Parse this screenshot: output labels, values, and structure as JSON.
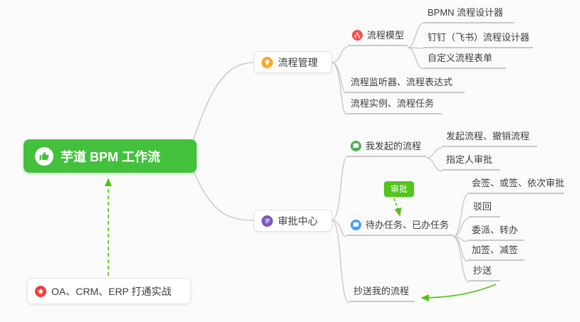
{
  "title": "芋道 BPM 工作流 思维导图",
  "colors": {
    "root_green": "#44c13c",
    "arrow_green": "#52c41a",
    "branch_line": "#cccccc",
    "icon_orange": "#ffa726",
    "icon_purple": "#7e57c2",
    "icon_red": "#ef5350",
    "icon_green": "#4caf50",
    "icon_blue": "#409eff",
    "icon_star_red": "#f23c3c"
  },
  "icons": {
    "root": "thumbs-up-icon",
    "process_mgmt": "lightbulb-icon",
    "process_model": "sitemap-icon",
    "approval_center": "list-icon",
    "my_initiated": "chat-icon",
    "todo_done": "chat-icon",
    "oa": "star-icon"
  },
  "nodes": {
    "root": {
      "label": "芋道 BPM 工作流"
    },
    "process_mgmt": {
      "label": "流程管理"
    },
    "process_model": {
      "label": "流程模型"
    },
    "bpmn": {
      "label": "BPMN 流程设计器"
    },
    "dingtalk": {
      "label": "钉钉（飞书）流程设计器"
    },
    "custom_form": {
      "label": "自定义流程表单"
    },
    "listener": {
      "label": "流程监听器、流程表达式"
    },
    "instance": {
      "label": "流程实例、流程任务"
    },
    "approval_center": {
      "label": "审批中心"
    },
    "my_initiated": {
      "label": "我发起的流程"
    },
    "initiate_cancel": {
      "label": "发起流程、撤销流程"
    },
    "assignee": {
      "label": "指定人审批"
    },
    "approve_badge": {
      "label": "审批"
    },
    "todo_done": {
      "label": "待办任务、已办任务"
    },
    "countersign": {
      "label": "会签、或签、依次审批"
    },
    "reject": {
      "label": "驳回"
    },
    "delegate": {
      "label": "委派、转办"
    },
    "addsign": {
      "label": "加签、减签"
    },
    "cc": {
      "label": "抄送"
    },
    "cc_my": {
      "label": "抄送我的流程"
    },
    "oa": {
      "label": "OA、CRM、ERP 打通实战"
    }
  }
}
